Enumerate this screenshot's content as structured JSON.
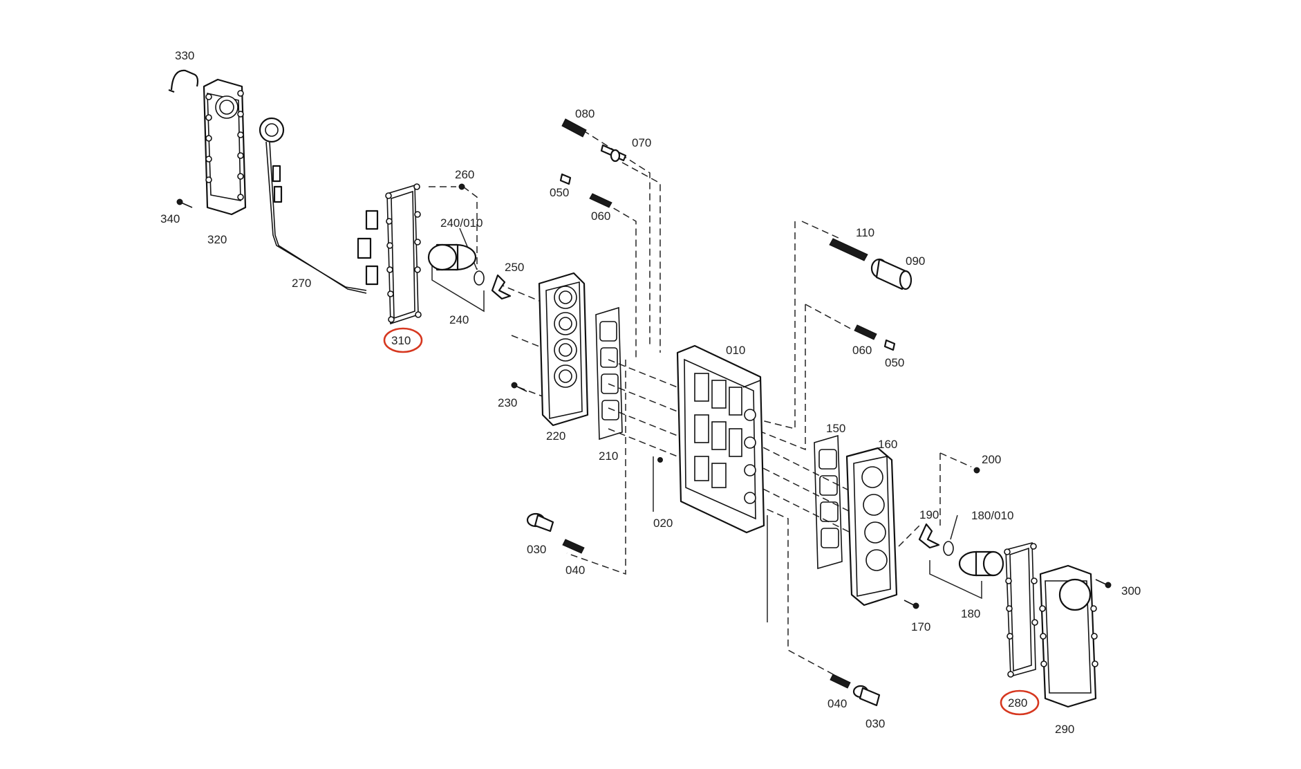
{
  "diagram": {
    "labels": {
      "l330": "330",
      "l340": "340",
      "l320": "320",
      "l270": "270",
      "l310": "310",
      "l260": "260",
      "l240_010": "240/010",
      "l250": "250",
      "l240": "240",
      "l080": "080",
      "l070": "070",
      "l050a": "050",
      "l060a": "060",
      "l230": "230",
      "l220": "220",
      "l210": "210",
      "l030a": "030",
      "l040a": "040",
      "l020": "020",
      "l010": "010",
      "l110": "110",
      "l090": "090",
      "l060b": "060",
      "l050b": "050",
      "l150": "150",
      "l160": "160",
      "l200": "200",
      "l190": "190",
      "l180_010": "180/010",
      "l180": "180",
      "l170": "170",
      "l300": "300",
      "l280": "280",
      "l290": "290",
      "l040b": "040",
      "l030b": "030"
    },
    "highlighted": [
      "310",
      "280"
    ],
    "colors": {
      "highlight": "#d6371f",
      "line": "#111111",
      "background": "#ffffff"
    }
  }
}
